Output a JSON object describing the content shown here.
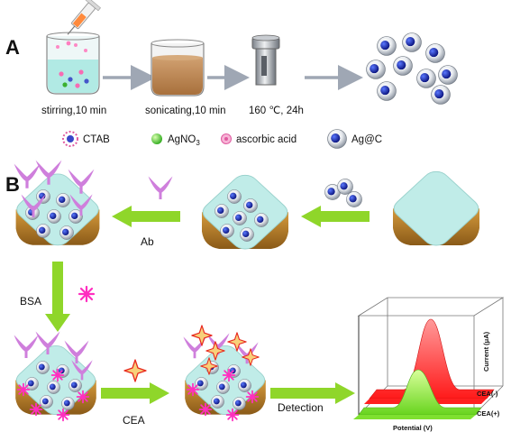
{
  "panel_a": {
    "label": "A",
    "step_labels": [
      "stirring,10 min",
      "sonicating,10 min",
      "160 ℃,  24h"
    ],
    "legend": {
      "ctab": "CTAB",
      "agno3": "AgNO",
      "agno3_sub": "3",
      "ascorbic": "ascorbic acid",
      "agc": "Ag@C"
    }
  },
  "panel_b": {
    "label": "B",
    "ab_label": "Ab",
    "bsa_label": "BSA",
    "cea_label": "CEA",
    "detection_label": "Detection"
  },
  "plot": {
    "y_axis_label": "Current (μA)",
    "x_axis_label": "Potential (V)",
    "trace_neg_label": "CEA(-)",
    "trace_pos_label": "CEA(+)"
  },
  "colors": {
    "arrow": "#9fa7b4",
    "green_arrow": "#8fd62a",
    "electrode_top": "#c0ece8",
    "electrode_base": "#b58230",
    "antibody": "#cf7fdc",
    "bsa": "#ff2fc0",
    "cea": "#f7d07a",
    "trace_neg": "#ff2020",
    "trace_pos": "#7fe030"
  }
}
